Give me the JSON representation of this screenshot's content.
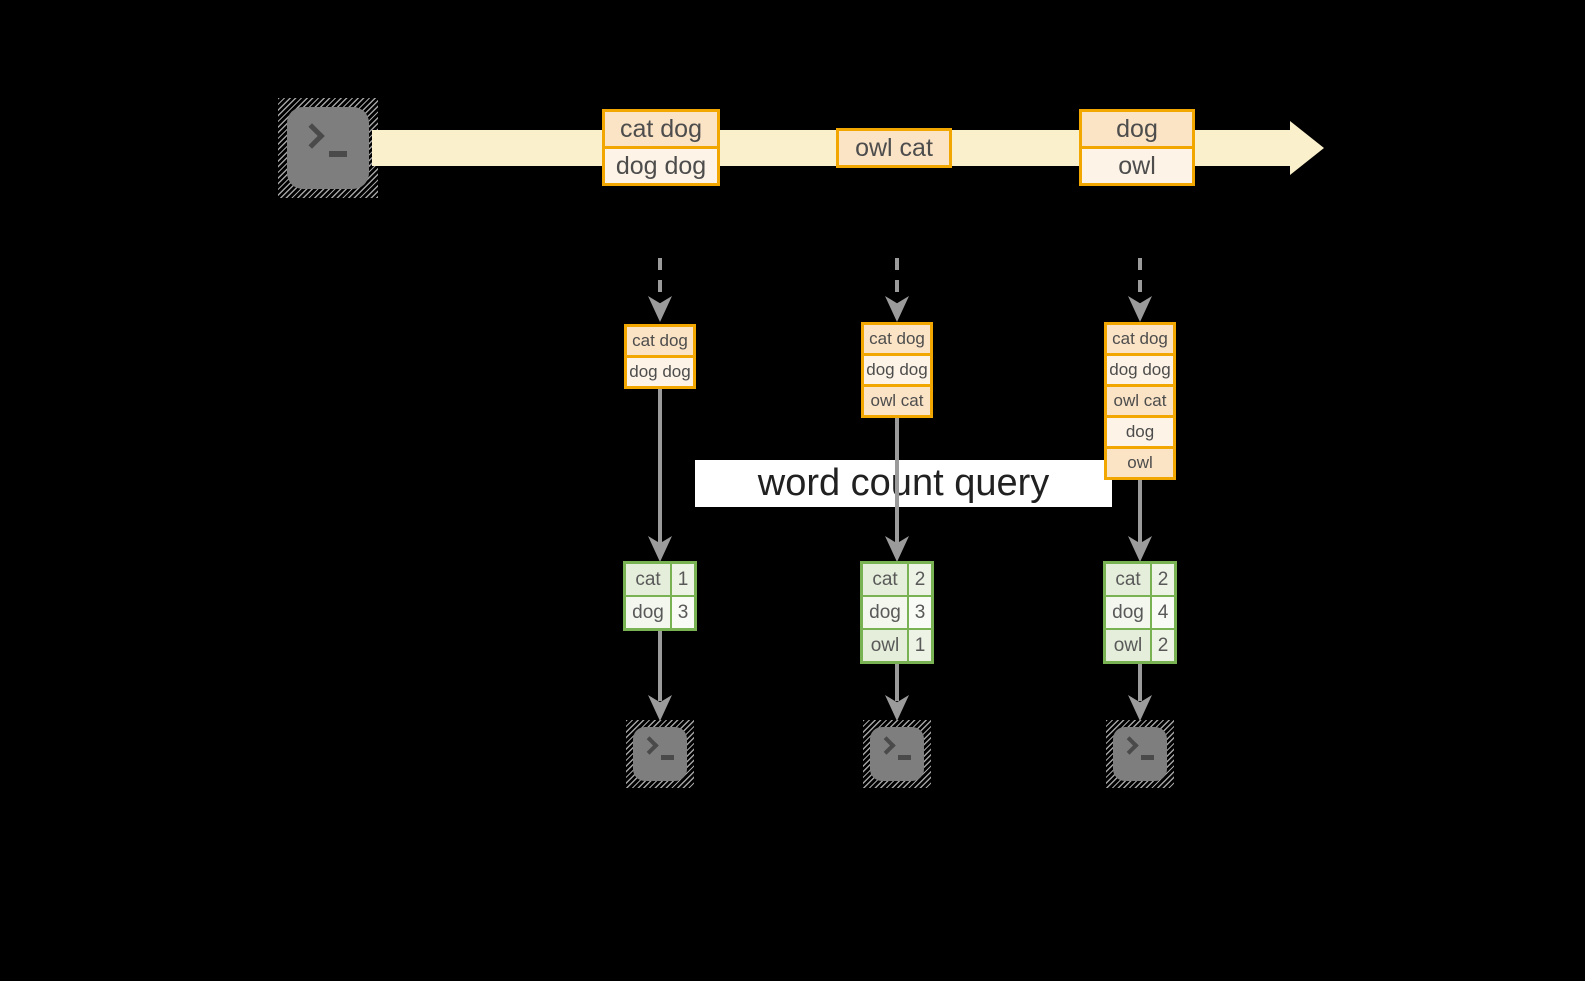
{
  "labels": {
    "query": "word count query"
  },
  "stream": {
    "groups": [
      {
        "items": [
          "cat dog",
          "dog dog"
        ]
      },
      {
        "items": [
          "owl cat"
        ]
      },
      {
        "items": [
          "dog",
          "owl"
        ]
      }
    ]
  },
  "columns": [
    {
      "batch": [
        "cat dog",
        "dog dog"
      ],
      "counts": [
        {
          "word": "cat",
          "count": "1"
        },
        {
          "word": "dog",
          "count": "3"
        }
      ]
    },
    {
      "batch": [
        "cat dog",
        "dog dog",
        "owl cat"
      ],
      "counts": [
        {
          "word": "cat",
          "count": "2"
        },
        {
          "word": "dog",
          "count": "3"
        },
        {
          "word": "owl",
          "count": "1"
        }
      ]
    },
    {
      "batch": [
        "cat dog",
        "dog dog",
        "owl cat",
        "dog",
        "owl"
      ],
      "counts": [
        {
          "word": "cat",
          "count": "2"
        },
        {
          "word": "dog",
          "count": "4"
        },
        {
          "word": "owl",
          "count": "2"
        }
      ]
    }
  ],
  "icons": {
    "source": "terminal-prompt-icon",
    "sinks": [
      "terminal-prompt-icon",
      "terminal-prompt-icon",
      "terminal-prompt-icon"
    ]
  },
  "colors": {
    "background": "#000000",
    "stream_band": "#faf0cc",
    "orange_border": "#f2a600",
    "peach_fill": "#fbe3c5",
    "cream_fill": "#fdf3e6",
    "green_border": "#79b252",
    "green_cell_dark": "#e5eedb",
    "green_cell_light": "#f3f7ee",
    "arrow_gray": "#9b9b9b",
    "terminal_gray": "#7e7e7e",
    "query_box": "#ffffff"
  }
}
